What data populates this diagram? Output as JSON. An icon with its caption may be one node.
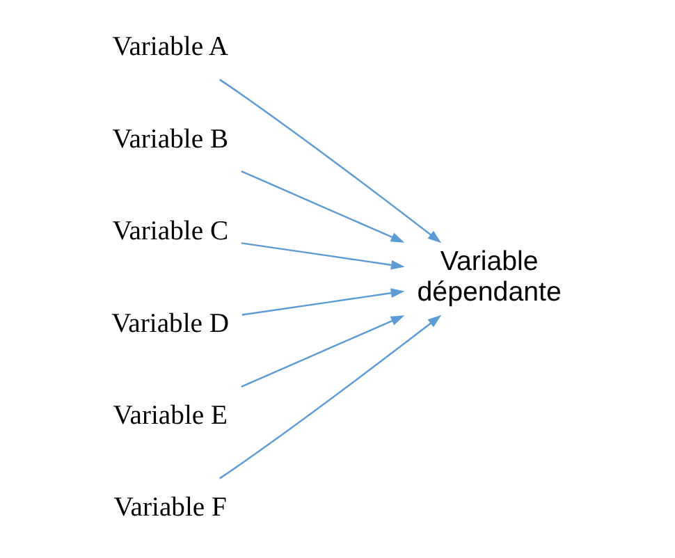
{
  "diagram": {
    "nodes": [
      {
        "text": [
          "Variable A"
        ]
      },
      {
        "text": [
          "Variable B"
        ]
      },
      {
        "text": [
          "Variable C"
        ]
      },
      {
        "text": [
          "Variable D"
        ]
      },
      {
        "text": [
          "Variable E"
        ]
      },
      {
        "text": [
          "Variable F"
        ]
      },
      {
        "text": [
          "Variable dépendante"
        ]
      }
    ],
    "edges": [
      {
        "from": 0,
        "to": 6,
        "arrow": "to"
      },
      {
        "from": 1,
        "to": 6,
        "arrow": "to"
      },
      {
        "from": 2,
        "to": 6,
        "arrow": "to"
      },
      {
        "from": 3,
        "to": 6,
        "arrow": "to"
      },
      {
        "from": 4,
        "to": 6,
        "arrow": "to"
      },
      {
        "from": 5,
        "to": 6,
        "arrow": "to"
      }
    ]
  }
}
